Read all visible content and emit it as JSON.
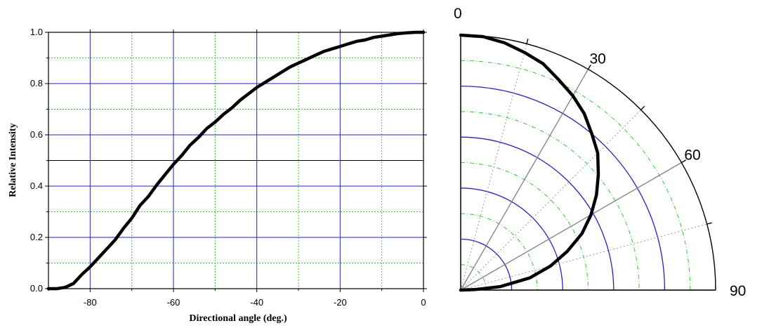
{
  "chart_data": [
    {
      "type": "line",
      "xlabel": "Directional angle (deg.)",
      "ylabel": "Relative Intensity",
      "xlim": [
        -90,
        0
      ],
      "ylim": [
        0,
        1
      ],
      "xticks": [
        -80,
        -60,
        -40,
        -20,
        0
      ],
      "xtick_labels": [
        "-80",
        "-60",
        "-40",
        "-20",
        "0"
      ],
      "yticks": [
        0,
        0.2,
        0.4,
        0.6,
        0.8,
        1.0
      ],
      "ytick_labels": [
        "0.0",
        "0.2",
        "0.4",
        "0.6",
        "0.8",
        "1.0"
      ],
      "reference_line_y": 0.5,
      "grid": true,
      "series": [
        {
          "x": [
            -90,
            -88,
            -86,
            -84,
            -82,
            -80,
            -78,
            -76,
            -74,
            -72,
            -70,
            -68,
            -66,
            -64,
            -62,
            -60,
            -58,
            -56,
            -54,
            -52,
            -50,
            -48,
            -46,
            -44,
            -42,
            -40,
            -38,
            -36,
            -34,
            -32,
            -30,
            -28,
            -26,
            -24,
            -22,
            -20,
            -18,
            -16,
            -14,
            -12,
            -10,
            -8,
            -6,
            -4,
            -2,
            0
          ],
          "y": [
            0.0,
            0.0,
            0.005,
            0.02,
            0.055,
            0.085,
            0.12,
            0.155,
            0.19,
            0.235,
            0.275,
            0.325,
            0.36,
            0.405,
            0.445,
            0.485,
            0.52,
            0.56,
            0.59,
            0.625,
            0.65,
            0.68,
            0.705,
            0.735,
            0.76,
            0.785,
            0.805,
            0.825,
            0.845,
            0.865,
            0.88,
            0.895,
            0.91,
            0.925,
            0.935,
            0.945,
            0.955,
            0.965,
            0.97,
            0.98,
            0.985,
            0.99,
            0.995,
            0.998,
            1.0,
            1.0
          ],
          "color": "#000000"
        }
      ]
    },
    {
      "type": "polar",
      "angle_labels": [
        "0",
        "30",
        "60",
        "90"
      ],
      "angles_deg": [
        0,
        30,
        60,
        90
      ],
      "radius_max": 1.0,
      "ring_values": [
        0.2,
        0.4,
        0.6,
        0.8,
        1.0
      ],
      "minor_ring_values": [
        0.3,
        0.5,
        0.7,
        0.9
      ],
      "grid": true,
      "series": [
        {
          "theta_deg": [
            0,
            5,
            10,
            15,
            20,
            25,
            30,
            35,
            40,
            45,
            50,
            55,
            60,
            65,
            70,
            75,
            80,
            85,
            88,
            90
          ],
          "r": [
            1.0,
            0.998,
            0.985,
            0.965,
            0.945,
            0.91,
            0.88,
            0.845,
            0.8,
            0.76,
            0.705,
            0.65,
            0.59,
            0.525,
            0.445,
            0.365,
            0.275,
            0.155,
            0.055,
            0.0
          ],
          "color": "#000000"
        }
      ]
    }
  ]
}
